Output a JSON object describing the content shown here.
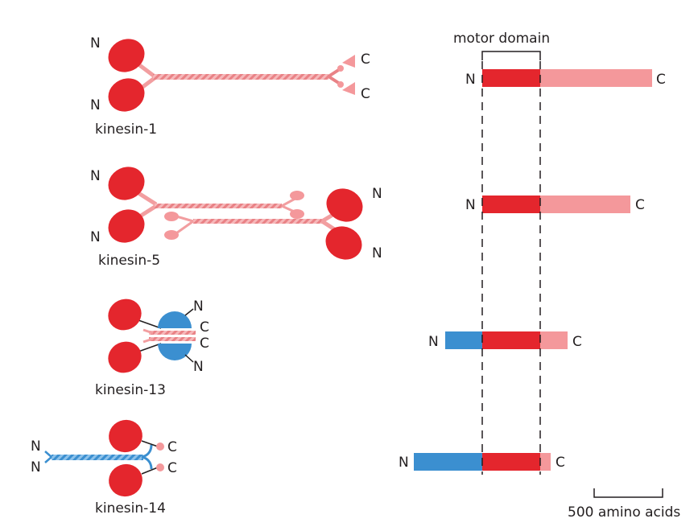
{
  "colors": {
    "motor_red": "#e4262d",
    "tail_pink": "#f4989b",
    "stalk_pink": "#f29ea0",
    "blue_domain": "#3b8fd0",
    "line": "#231f20"
  },
  "header": {
    "motor_domain_label": "motor domain",
    "scale_bar_label": "500 amino acids"
  },
  "terminal_labels": {
    "n": "N",
    "c": "C"
  },
  "kinesins": [
    {
      "name": "kinesin-1",
      "motor_position": "N-terminal",
      "extra_domain": "none"
    },
    {
      "name": "kinesin-5",
      "motor_position": "N-terminal",
      "extra_domain": "none"
    },
    {
      "name": "kinesin-13",
      "motor_position": "internal",
      "extra_domain": "N-terminal blue domain"
    },
    {
      "name": "kinesin-14",
      "motor_position": "C-terminal region",
      "extra_domain": "N-terminal blue domain"
    }
  ]
}
